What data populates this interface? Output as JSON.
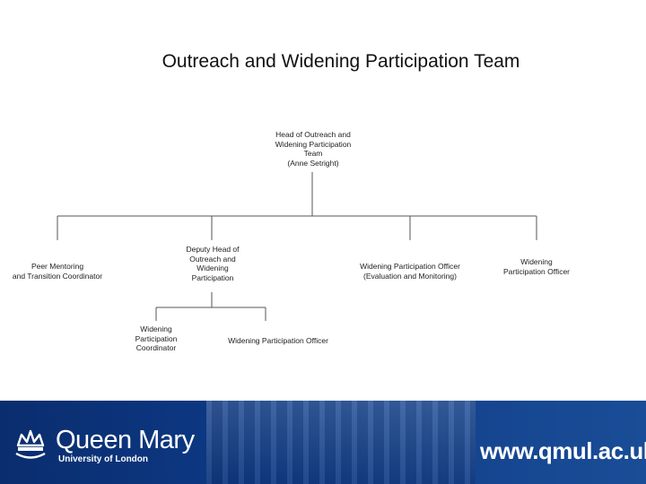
{
  "title": "Outreach and Widening Participation Team",
  "nodes": {
    "head": [
      "Head of Outreach and",
      "Widening Participation",
      "Team",
      "(Anne Setright)"
    ],
    "peer_mentoring": [
      "Peer Mentoring",
      "and Transition Coordinator"
    ],
    "deputy_head": [
      "Deputy Head of",
      "Outreach and",
      "Widening",
      "Participation"
    ],
    "wp_officer_eval": [
      "Widening Participation Officer",
      "(Evaluation and Monitoring)"
    ],
    "wp_officer_right": [
      "Widening",
      "Participation Officer"
    ],
    "wp_coordinator": [
      "Widening",
      "Participation",
      "Coordinator"
    ],
    "wp_officer_lower": [
      "Widening Participation Officer"
    ]
  },
  "footer": {
    "logo_name": "Queen Mary",
    "logo_subtitle": "University of London",
    "url": "www.qmul.ac.uk",
    "banner_color": "#0d3a86"
  },
  "icons": {
    "logo": "crown-crest-icon"
  }
}
